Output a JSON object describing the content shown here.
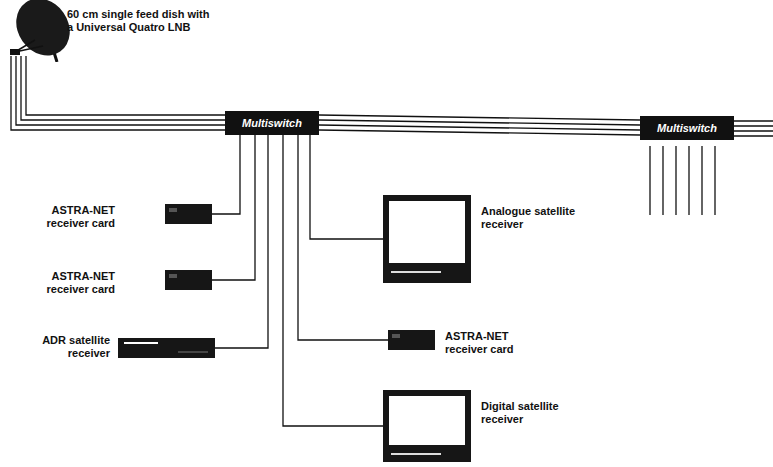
{
  "diagram": {
    "nodes": [
      {
        "text": [
          "60 cm single feed dish with a Universal Quatro LNB"
        ]
      },
      {
        "text": [
          "Multiswitch"
        ]
      },
      {
        "text": [
          "Multiswitch"
        ]
      },
      {
        "text": [
          "ASTRA-NET receiver card"
        ]
      },
      {
        "text": [
          "ASTRA-NET receiver card"
        ]
      },
      {
        "text": [
          "ADR satellite receiver"
        ]
      },
      {
        "text": [
          "Analogue satellite receiver"
        ]
      },
      {
        "text": [
          "ASTRA-NET receiver card"
        ]
      },
      {
        "text": [
          "Digital satellite receiver"
        ]
      }
    ],
    "edges": [
      {
        "from": 0,
        "to": 1,
        "arrow": "none"
      },
      {
        "from": 1,
        "to": 2,
        "arrow": "none"
      },
      {
        "from": 1,
        "to": 3,
        "arrow": "none"
      },
      {
        "from": 1,
        "to": 4,
        "arrow": "none"
      },
      {
        "from": 1,
        "to": 5,
        "arrow": "none"
      },
      {
        "from": 1,
        "to": 6,
        "arrow": "none"
      },
      {
        "from": 1,
        "to": 7,
        "arrow": "none"
      },
      {
        "from": 1,
        "to": 8,
        "arrow": "none"
      }
    ]
  }
}
